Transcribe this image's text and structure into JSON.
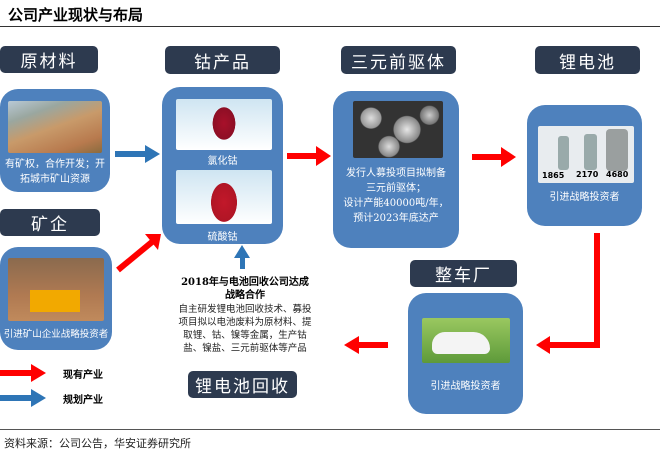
{
  "title": "公司产业现状与布局",
  "nodes": {
    "raw": {
      "header": "原材料",
      "text": "有矿权，合作开发；开拓城市矿山资源"
    },
    "cobalt": {
      "header": "钴产品",
      "item1": "氯化钴",
      "item2": "硫酸钴"
    },
    "precursor": {
      "header": "三元前驱体",
      "text1": "发行人募投项目拟制备",
      "text2": "三元前驱体；",
      "text3": "设计产能40000吨/年，",
      "text4": "预计2023年底达产"
    },
    "battery": {
      "header": "锂电池",
      "labels": [
        "1865",
        "2170",
        "4680"
      ],
      "text": "引进战略投资者"
    },
    "mining": {
      "header": "矿企",
      "text": "引进矿山企业战略投资者"
    },
    "oem": {
      "header": "整车厂",
      "text": "引进战略投资者"
    },
    "recycle": {
      "header": "锂电池回收",
      "title": "2018年与电池回收公司达成战略合作",
      "body": "自主研发锂电池回收技术、募投项目拟以电池废料为原材料、提取锂、钴、镍等金属，生产钴盐、镍盐、三元前驱体等产品"
    }
  },
  "legend": {
    "existing": "现有产业",
    "planned": "规划产业"
  },
  "colors": {
    "existing": "#ff0000",
    "planned": "#2e75b6",
    "header": "#2d3a4f",
    "box": "#4e81bd"
  },
  "source": "资料来源：公司公告，华安证券研究所"
}
